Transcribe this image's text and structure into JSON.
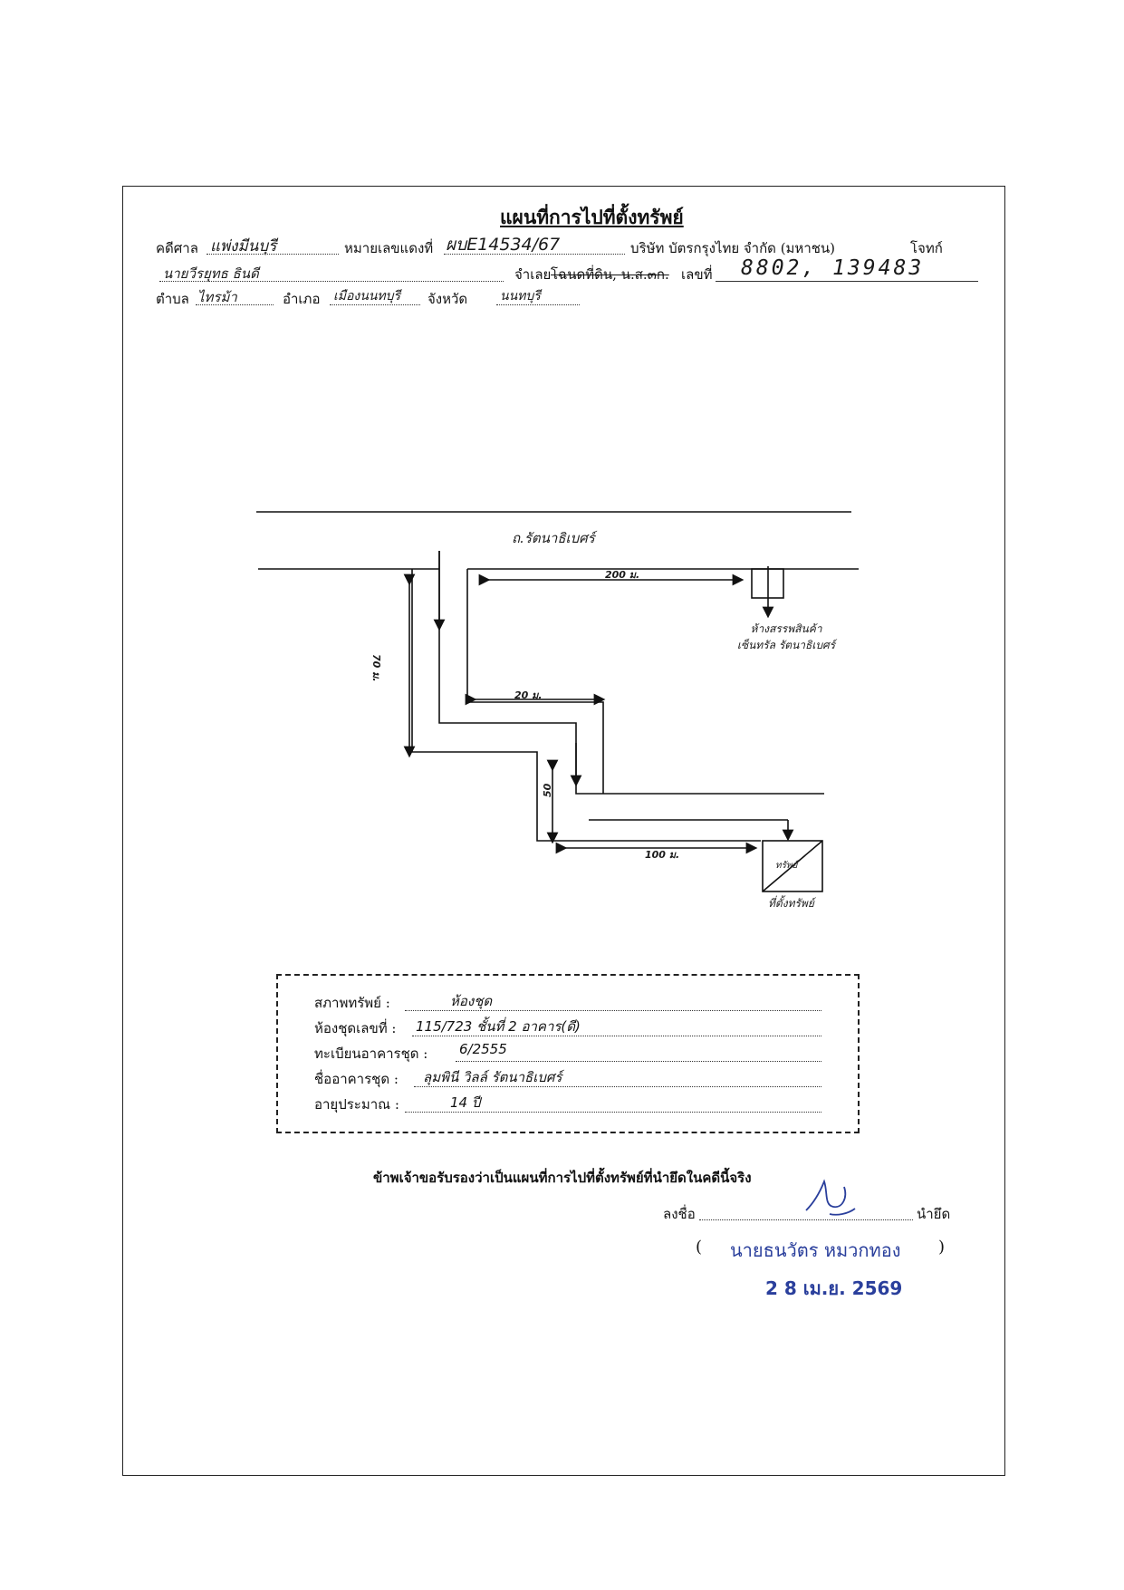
{
  "header": {
    "title": "แผนที่การไปที่ตั้งทรัพย์",
    "court_label": "คดีศาล",
    "court_value": "แพ่งมีนบุรี",
    "redcase_label": "หมายเลขแดงที่",
    "redcase_value": "ผบE14534/67",
    "plaintiff": "บริษัท บัตรกรุงไทย จำกัด (มหาชน)",
    "plaintiff_role": "โจทก์",
    "defendant_name": "นายวีรยุทธ ธินดี",
    "defendant_role": "จำเลย",
    "deed_label_struck": "โฉนดที่ดิน, น.ส.๓ก.",
    "deed_label": "เลขที่",
    "deed_value": "8802, 139483",
    "tambon_label": "ตำบล",
    "tambon_value": "ไทรม้า",
    "amphoe_label": "อำเภอ",
    "amphoe_value": "เมืองนนทบุรี",
    "province_label": "จังหวัด",
    "province_value": "นนทบุรี"
  },
  "map": {
    "road_label": "ถ.รัตนาธิเบศร์",
    "landmark_label": "ห้างสรรพสินค้า เซ็นทรัล รัตนาธิเบศร์",
    "dist_top": "200 ม.",
    "dist_vertical": "70 ม.",
    "dist_mid": "20 ม.",
    "dist_short": "50",
    "dist_bottom": "100 ม.",
    "property_box_label": "ทรัพย์",
    "property_caption": "ที่ตั้งทรัพย์"
  },
  "property_info": {
    "condition_label": "สภาพทรัพย์ :",
    "condition_value": "ห้องชุด",
    "unit_label": "ห้องชุดเลขที่ :",
    "unit_value": "115/723 ชั้นที่ 2 อาคาร(ดี)",
    "registry_label": "ทะเบียนอาคารชุด :",
    "registry_value": "6/2555",
    "building_label": "ชื่ออาคารชุด :",
    "building_value": "ลุมพินี วิลล์ รัตนาธิเบศร์",
    "age_label": "อายุประมาณ :",
    "age_value": "14 ปี"
  },
  "certification": {
    "statement": "ข้าพเจ้าขอรับรองว่าเป็นแผนที่การไปที่ตั้งทรัพย์ที่นำยึดในคดีนี้จริง",
    "sign_label": "ลงชื่อ",
    "sign_role": "นำยึด",
    "signer_open": "(",
    "signer_name": "นายธนวัตร หมวกทอง",
    "signer_close": ")",
    "date_stamp": "2 8 เม.ย. 2569"
  },
  "colors": {
    "ink": "#111111",
    "stamp_blue": "#2a3f9c"
  }
}
